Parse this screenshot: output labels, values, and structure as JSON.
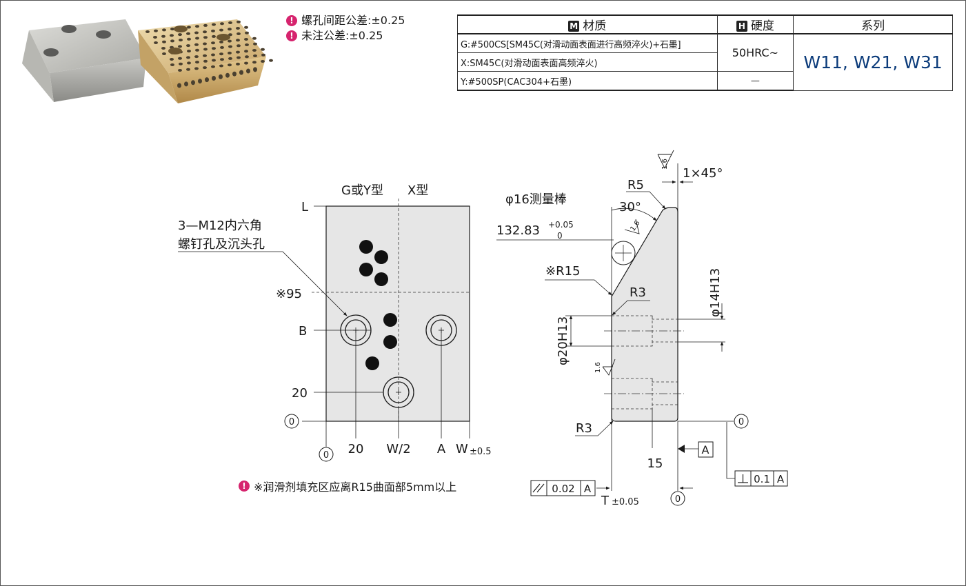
{
  "notes": {
    "hole_pitch_tolerance": "螺孔间距公差:±0.25",
    "general_tolerance": "未注公差:±0.25",
    "bottom_note": "※润滑剂填充区应离R15曲面部5mm以上"
  },
  "spec_table": {
    "header_material_badge": "M",
    "header_material": "材质",
    "header_hardness_badge": "H",
    "header_hardness": "硬度",
    "header_series": "系列",
    "rows": [
      {
        "material": "G:#500CS[SM45C(对滑动面表面进行高频淬火)+石墨]"
      },
      {
        "material": "X:SM45C(对滑动面表面高频淬火)"
      },
      {
        "material": "Y:#500SP(CAC304+石墨)"
      }
    ],
    "hardness_gx": "50HRC~",
    "hardness_y": "—",
    "series": "W11, W21, W31"
  },
  "front_view": {
    "label_gy": "G或Y型",
    "label_x": "X型",
    "dim_L": "L",
    "hole_callout_line1": "3—M12内六角",
    "hole_callout_line2": "螺钉孔及沉头孔",
    "dim_95": "※95",
    "dim_B": "B",
    "dim_20_left": "20",
    "datum_left": "0",
    "datum_bottom": "0",
    "dim_20_bottom": "20",
    "dim_W2": "W/2",
    "dim_A": "A",
    "dim_W": "W",
    "dim_W_tol": "±0.5"
  },
  "side_view": {
    "roughness_value": "1.6",
    "chamfer": "1×45°",
    "r5": "R5",
    "gauge_rod": "φ16测量棒",
    "angle_30": "30°",
    "gauge_dim": "132.83",
    "gauge_tol_upper": "+0.05",
    "gauge_tol_lower": "0",
    "r15": "※R15",
    "r3_top": "R3",
    "bore_small": "φ14H13",
    "bore_large": "φ20H13",
    "r3_bottom": "R3",
    "dim_15": "15",
    "datum_right": "0",
    "datum_bottom": "0",
    "datum_A": "A",
    "parallel_value": "0.02",
    "parallel_datum": "A",
    "perp_value": "0.1",
    "perp_datum": "A",
    "dim_T": "T",
    "dim_T_tol": "±0.05"
  }
}
